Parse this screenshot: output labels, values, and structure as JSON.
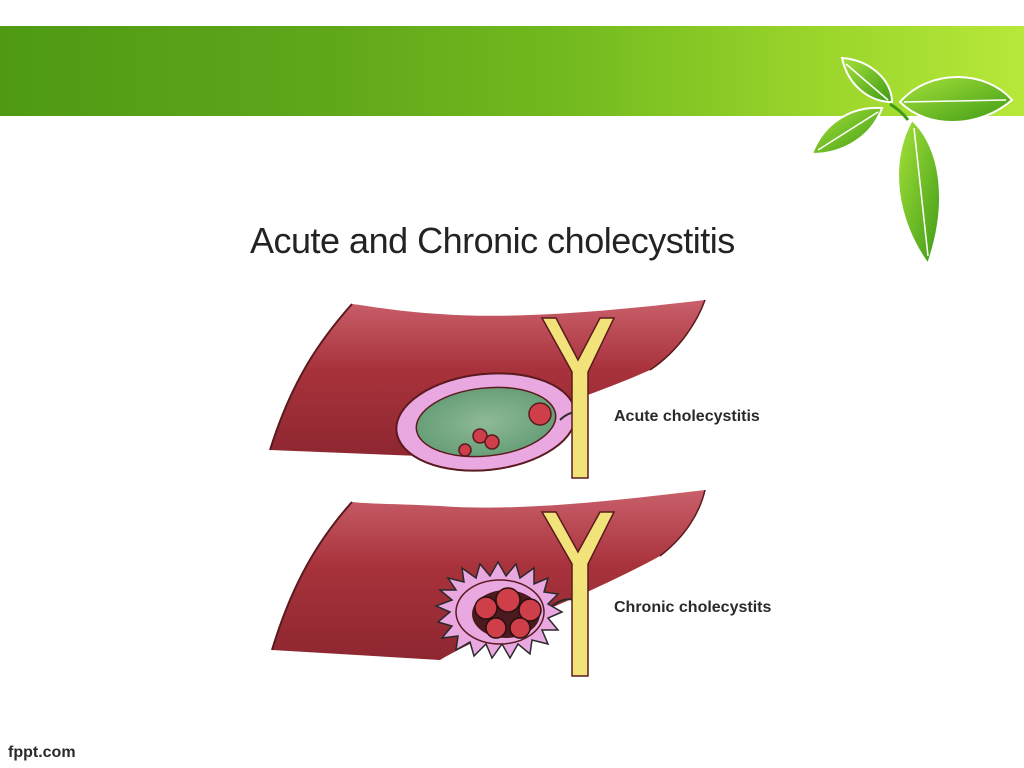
{
  "slide": {
    "title": "Acute and Chronic cholecystitis"
  },
  "diagram": {
    "acute_label": "Acute cholecystitis",
    "chronic_label": "Chronic cholecystits"
  },
  "footer": {
    "credit": "fppt.com"
  },
  "colors": {
    "header_green_start": "#4f9a14",
    "header_green_end": "#b7e83a",
    "liver": "#a8323c",
    "gallbladder_wall": "#e9a8e0",
    "bile_ducts": "#f2e27a",
    "gallstones": "#cf3f4a",
    "inflamed_bile": "#7aab8a"
  },
  "icons": {
    "decoration": "leaf-cluster-icon"
  }
}
